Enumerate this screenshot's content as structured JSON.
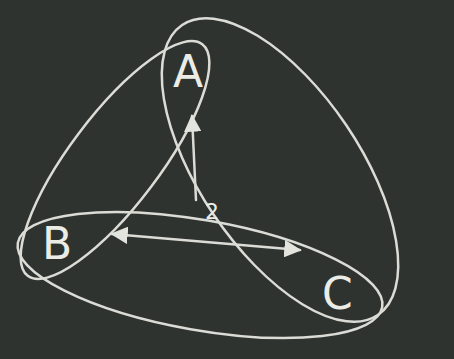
{
  "diagram": {
    "nodes": [
      {
        "text": [
          "A"
        ]
      },
      {
        "text": [
          "B"
        ]
      },
      {
        "text": [
          "C"
        ]
      }
    ],
    "labels": [
      "2"
    ]
  }
}
